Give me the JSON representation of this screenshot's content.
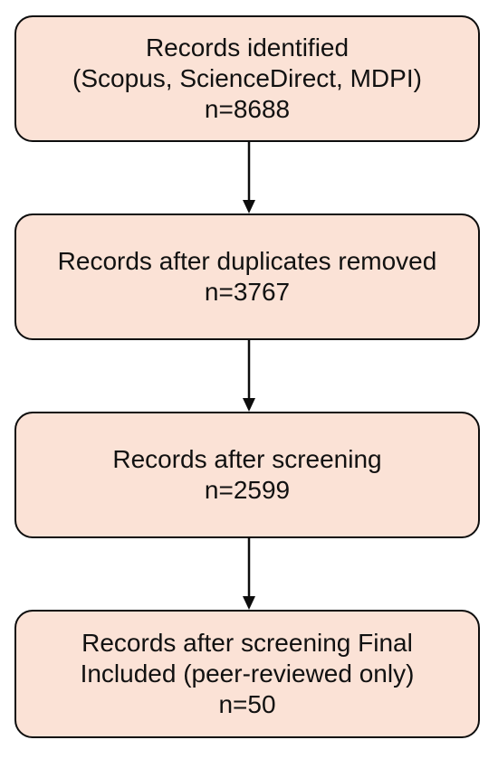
{
  "flowchart": {
    "colors": {
      "box_fill": "#fbe2d6",
      "box_border": "#0d0d0d",
      "arrow": "#0d0d0d",
      "text": "#111111"
    },
    "steps": [
      {
        "lines": [
          "Records identified",
          "(Scopus, ScienceDirect, MDPI)"
        ],
        "count": "n=8688"
      },
      {
        "lines": [
          "Records after duplicates removed"
        ],
        "count": "n=3767"
      },
      {
        "lines": [
          "Records after screening"
        ],
        "count": "n=2599"
      },
      {
        "lines": [
          "Records after screening Final",
          "Included (peer-reviewed only)"
        ],
        "count": "n=50"
      }
    ]
  }
}
